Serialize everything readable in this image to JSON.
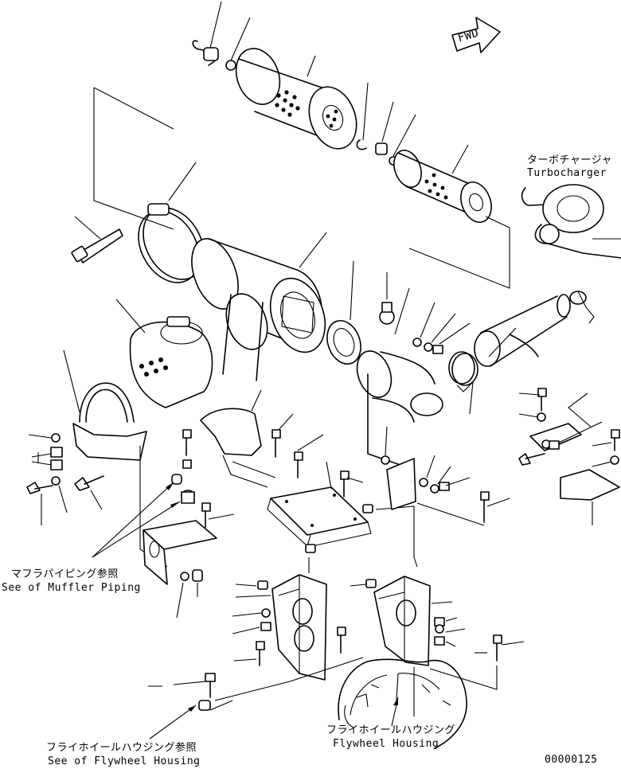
{
  "fwd_label": "FWD",
  "turbocharger": {
    "jp": "ターボチャージャ",
    "en": "Turbocharger"
  },
  "muffler_piping": {
    "jp": "マフラパイピング参照",
    "en": "See of Muffler Piping"
  },
  "flywheel_housing_center": {
    "jp": "フライホイールハウジング",
    "en": "Flywheel Housing"
  },
  "flywheel_housing_ref": {
    "jp": "フライホイールハウジング参照",
    "en": "See of Flywheel Housing"
  },
  "drawing_number": "00000125"
}
